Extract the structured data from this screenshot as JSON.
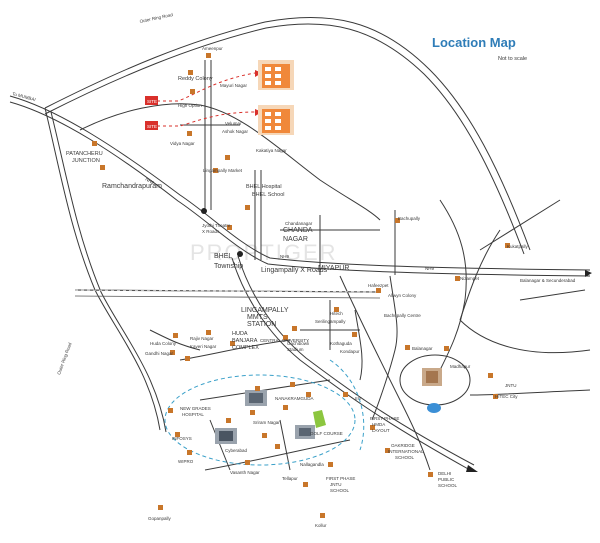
{
  "title": "Location Map",
  "subtitle": "Not to scale",
  "watermark": "PROPTIGER",
  "colors": {
    "title": "#2f7db8",
    "road": "#3a3a3a",
    "landmark": "#c8762a",
    "site": "#d9302b",
    "route": "#3aa0c9",
    "building": "#f0883a",
    "lake": "#3b8fd6",
    "park": "#8cc63f"
  },
  "roads": {
    "outer_ring_top": "Outer Ring Road",
    "outer_ring_left": "Outer Ring Road",
    "to_mumbai": "To MUMBAI",
    "nh9_left": "NH9",
    "nh9_mid": "NH9",
    "nh9_right": "NH9"
  },
  "places": {
    "ameenpur": "Ameenpur",
    "reddy_colony": "Reddy Colony",
    "high_option": "High Option",
    "vidya_nagar": "Vidya Nagar",
    "mayuri": "Mayuri Nagar",
    "velumar": "Velumar",
    "ashok": "Ashok Nagar",
    "kakatiya": "Kakatiya Nagar",
    "patancheru": "PATANCHERU",
    "patancheru_junction": "JUNCTION",
    "lingampally_market": "Lingampally Market",
    "ramchandrapuram": "Ramchandrapuram",
    "jyothi": "Jyothi Theatre",
    "jyothi_2": "X Roads",
    "bhel": "BHEL",
    "bhel_township": "Township",
    "bhel_hosp": "BHEL Hospital",
    "bhel_school": "BHEL School",
    "chanda_nagar": "CHANDA",
    "chanda_nagar_2": "NAGAR",
    "lingampally_xroads": "Lingampally X Roads",
    "miyapur": "MIYAPUR",
    "lingampally_station": "LINGAMPALLY",
    "mmts": "MMTS",
    "station": "STATION",
    "bharat_hills": "Huda Colony",
    "gandhi": "Gandhi Nagar",
    "rajiv": "Rajiv Nagar",
    "kaveri": "Kaveri Nagar",
    "huda_complex": "HUDA",
    "huda_complex_2": "BANJARA",
    "huda_complex_3": "COMPLEX",
    "central_university": "CENTRAL UNIVERSITY",
    "gachibowli": "Gachibowli",
    "gachibowli_2": "Stadium",
    "hitech": "Hitech",
    "serilingampally": "Serilingampally",
    "ikea": "IIIT",
    "kothaguda": "Kothaguda",
    "kondapur": "Kondapur",
    "hafeezpet": "Hafeezpet",
    "allwyn": "Allwyn Colony",
    "bachupally": "Bachupally",
    "bachupally_centre": "Bachupally Centre",
    "nizampet": "Nizampet",
    "kukatpally": "Kukatpally",
    "sec_bad": "Balanagar & Secunderabad",
    "to_balanagar": "Balanagar",
    "hitec_city": "HITEC City",
    "madhapur": "Madhapur",
    "jntu": "JNTU",
    "oakridge": "OAKRIDGE",
    "oakridge_2": "INTERNATIONAL",
    "oakridge_3": "SCHOOL",
    "delhi": "DELHI",
    "delhi_2": "PUBLIC",
    "delhi_3": "SCHOOL",
    "first_phase": "FIRST PHASE",
    "first_phase_2": "HMDA",
    "first_phase_3": "LAYOUT",
    "first_phase_b": "FIRST PHASE",
    "first_phase_b2": "JNTU",
    "first_phase_b3": "SCHOOL",
    "new_grades": "NEW GRADES",
    "new_grades_2": "HOSPITAL",
    "infosys": "INFOSYS",
    "wipro": "WIPRO",
    "gachi_road": "NANAKRAMGUDA",
    "golf": "GOLF COURSE",
    "nallagandla": "Nallagandla",
    "tellapur": "Tellapur",
    "gopanpally": "Gopanpally",
    "kollur": "Kollur",
    "chandanagar_station": "Chandanagar",
    "sriram": "Sriram Nagar",
    "vasanth": "Vasanth Nagar",
    "cyberabad": "Cyberabad"
  },
  "site_labels": [
    "SITE",
    "SITE"
  ]
}
